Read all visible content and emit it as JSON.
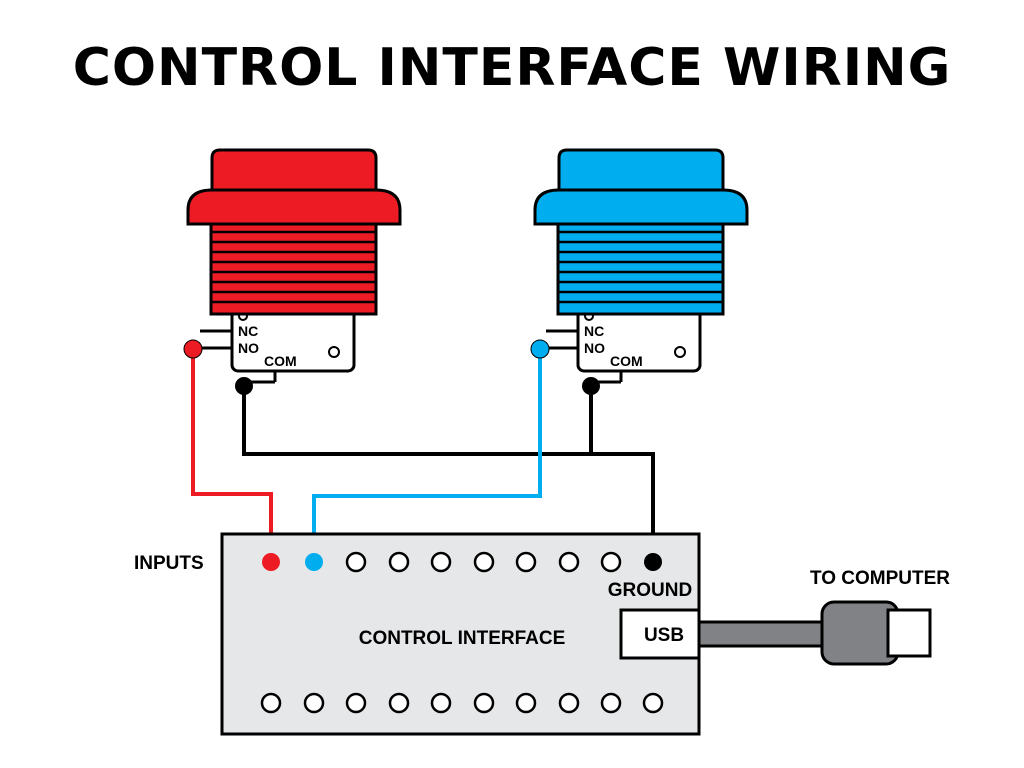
{
  "title": "CONTROL INTERFACE WIRING",
  "colors": {
    "red": "#ed1c24",
    "blue": "#00aeef",
    "black": "#000000",
    "board": "#e6e7e8",
    "cable": "#808285"
  },
  "buttons": [
    {
      "color": "red",
      "nc_label": "NC",
      "no_label": "NO",
      "com_label": "COM"
    },
    {
      "color": "blue",
      "nc_label": "NC",
      "no_label": "NO",
      "com_label": "COM"
    }
  ],
  "board": {
    "label": "CONTROL INTERFACE",
    "inputs_label": "INPUTS",
    "ground_label": "GROUND",
    "usb_label": "USB"
  },
  "cable": {
    "label": "TO COMPUTER"
  }
}
